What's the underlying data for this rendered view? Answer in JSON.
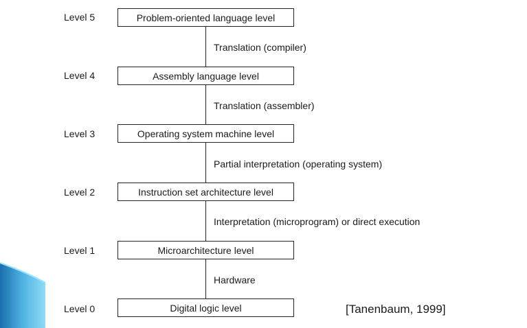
{
  "levels": [
    {
      "label": "Level 5",
      "name": "Problem-oriented language level"
    },
    {
      "label": "Level 4",
      "name": "Assembly language level"
    },
    {
      "label": "Level 3",
      "name": "Operating system machine level"
    },
    {
      "label": "Level 2",
      "name": "Instruction set architecture level"
    },
    {
      "label": "Level 1",
      "name": "Microarchitecture level"
    },
    {
      "label": "Level 0",
      "name": "Digital logic level"
    }
  ],
  "transitions": [
    "Translation (compiler)",
    "Translation (assembler)",
    "Partial interpretation (operating system)",
    "Interpretation (microprogram) or direct execution",
    "Hardware"
  ],
  "citation": "[Tanenbaum, 1999]",
  "colors": {
    "line": "#222222",
    "accent_light": "#7fd3f2",
    "accent_dark": "#1a6fae"
  }
}
